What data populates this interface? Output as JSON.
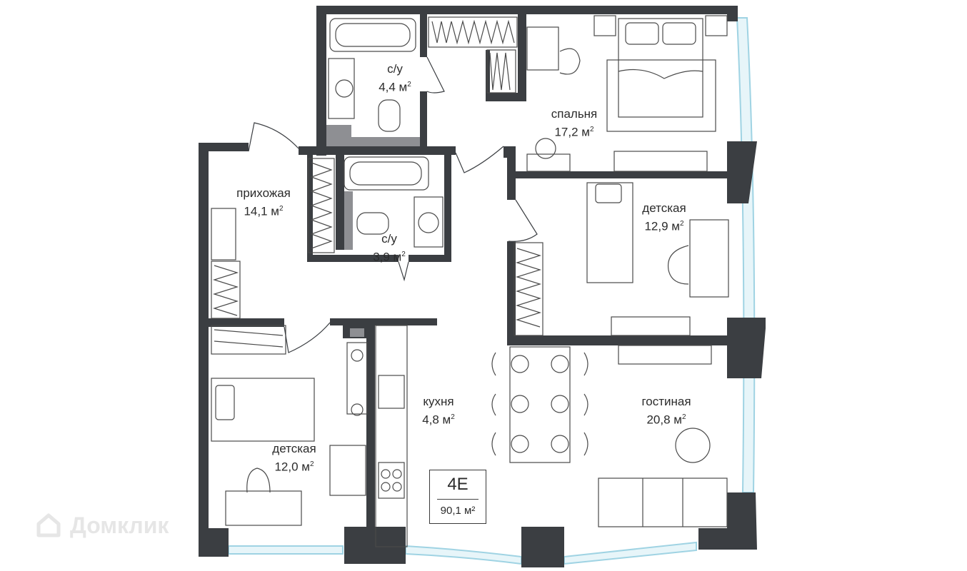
{
  "plan": {
    "apartment_code": "4E",
    "total_area": "90,1 м²",
    "watermark": "Домклик",
    "rooms": [
      {
        "name": "с/у",
        "area": "4,4 м",
        "sup": "2"
      },
      {
        "name": "спальня",
        "area": "17,2 м",
        "sup": "2"
      },
      {
        "name": "прихожая",
        "area": "14,1 м",
        "sup": "2"
      },
      {
        "name": "с/у",
        "area": "3,9 м",
        "sup": "2"
      },
      {
        "name": "детская",
        "area": "12,9 м",
        "sup": "2"
      },
      {
        "name": "кухня",
        "area": "4,8 м",
        "sup": "2"
      },
      {
        "name": "гостиная",
        "area": "20,8 м",
        "sup": "2"
      },
      {
        "name": "детская",
        "area": "12,0 м",
        "sup": "2"
      }
    ]
  },
  "colors": {
    "wall": "#3b3e42",
    "window": "#bfe3ee",
    "furniture_line": "#4a4a4a",
    "wet_block": "#8e8f93"
  }
}
